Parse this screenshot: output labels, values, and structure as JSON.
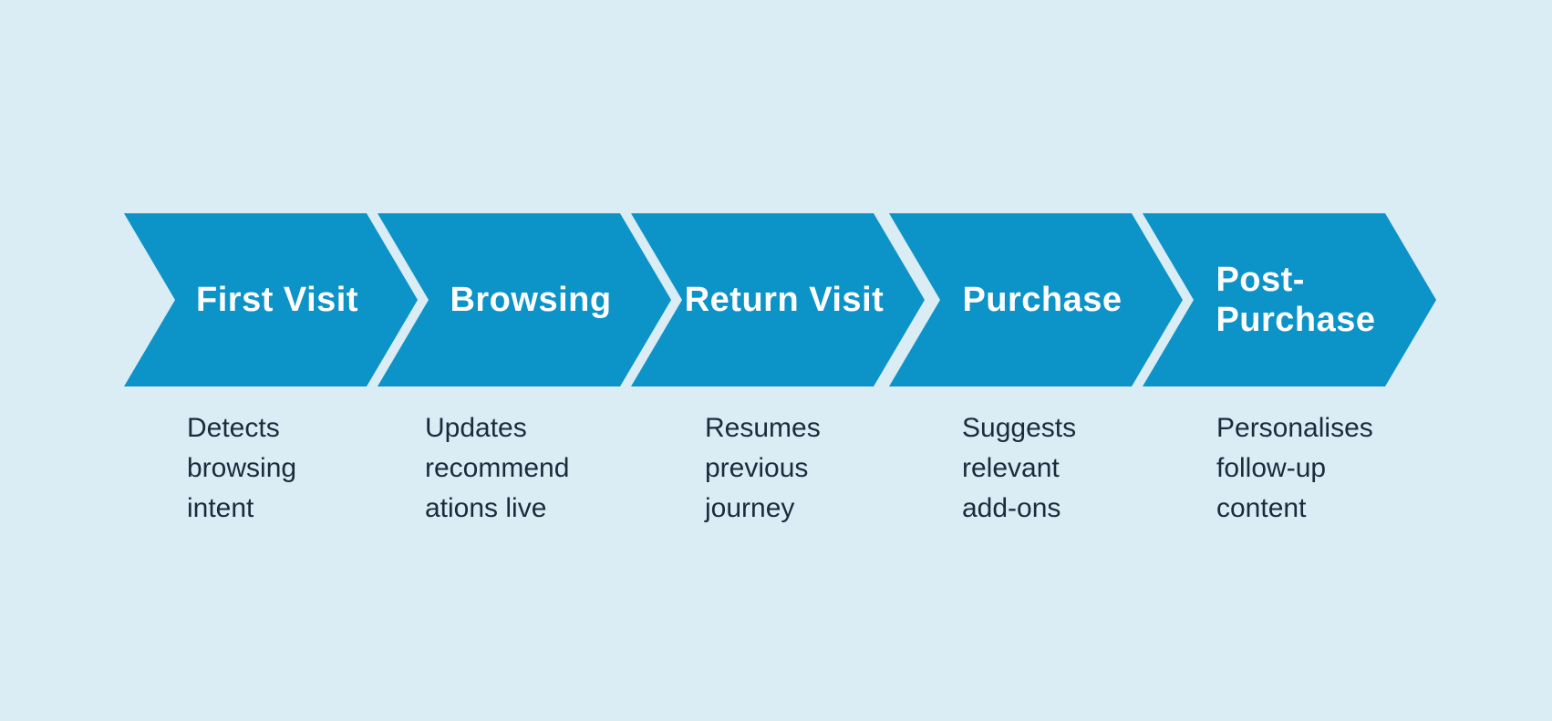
{
  "colors": {
    "background": "#daecf4",
    "arrow_fill": "#0c93c8",
    "arrow_title_text": "#ffffff",
    "description_text": "#1b2b3c"
  },
  "diagram": {
    "type": "horizontal-chevron-process",
    "stage_count": 5
  },
  "stages": [
    {
      "title": "First Visit",
      "description": "Detects\nbrowsing\nintent"
    },
    {
      "title": "Browsing",
      "description": "Updates\nrecommend\nations live"
    },
    {
      "title": "Return Visit",
      "description": "Resumes\nprevious\njourney"
    },
    {
      "title": "Purchase",
      "description": "Suggests\nrelevant\nadd-ons"
    },
    {
      "title": "Post-\nPurchase",
      "description": "Personalises\nfollow-up\ncontent"
    }
  ]
}
